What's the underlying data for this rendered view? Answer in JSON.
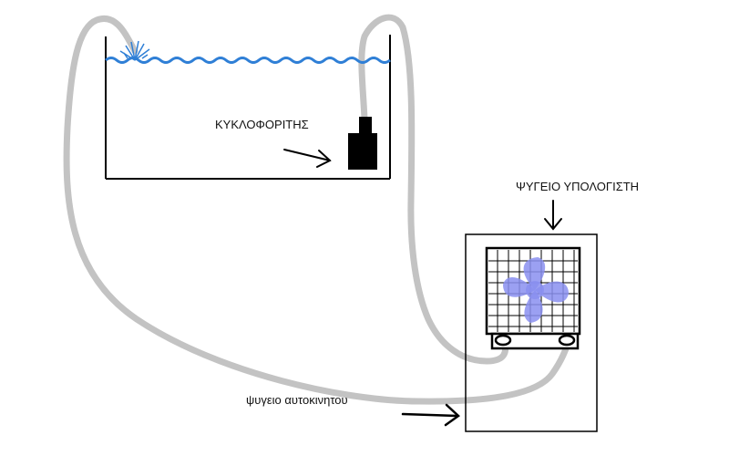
{
  "labels": {
    "circulation_pump": "ΚΥΚΛΟΦΟΡΙΤΗΣ",
    "pc_cooler": "ΨΥΓΕΙΟ ΥΠΟΛΟΓΙΣΤΗ",
    "car_radiator": "ψυγειο αυτοκινητου"
  },
  "colors": {
    "hose": "#c3c3c3",
    "water": "#2f7fd6",
    "fan": "#8a8ff0",
    "ink": "#000000"
  },
  "icons": {
    "pump": "pump-icon",
    "fan": "fan-icon",
    "spray": "water-spray-icon"
  }
}
